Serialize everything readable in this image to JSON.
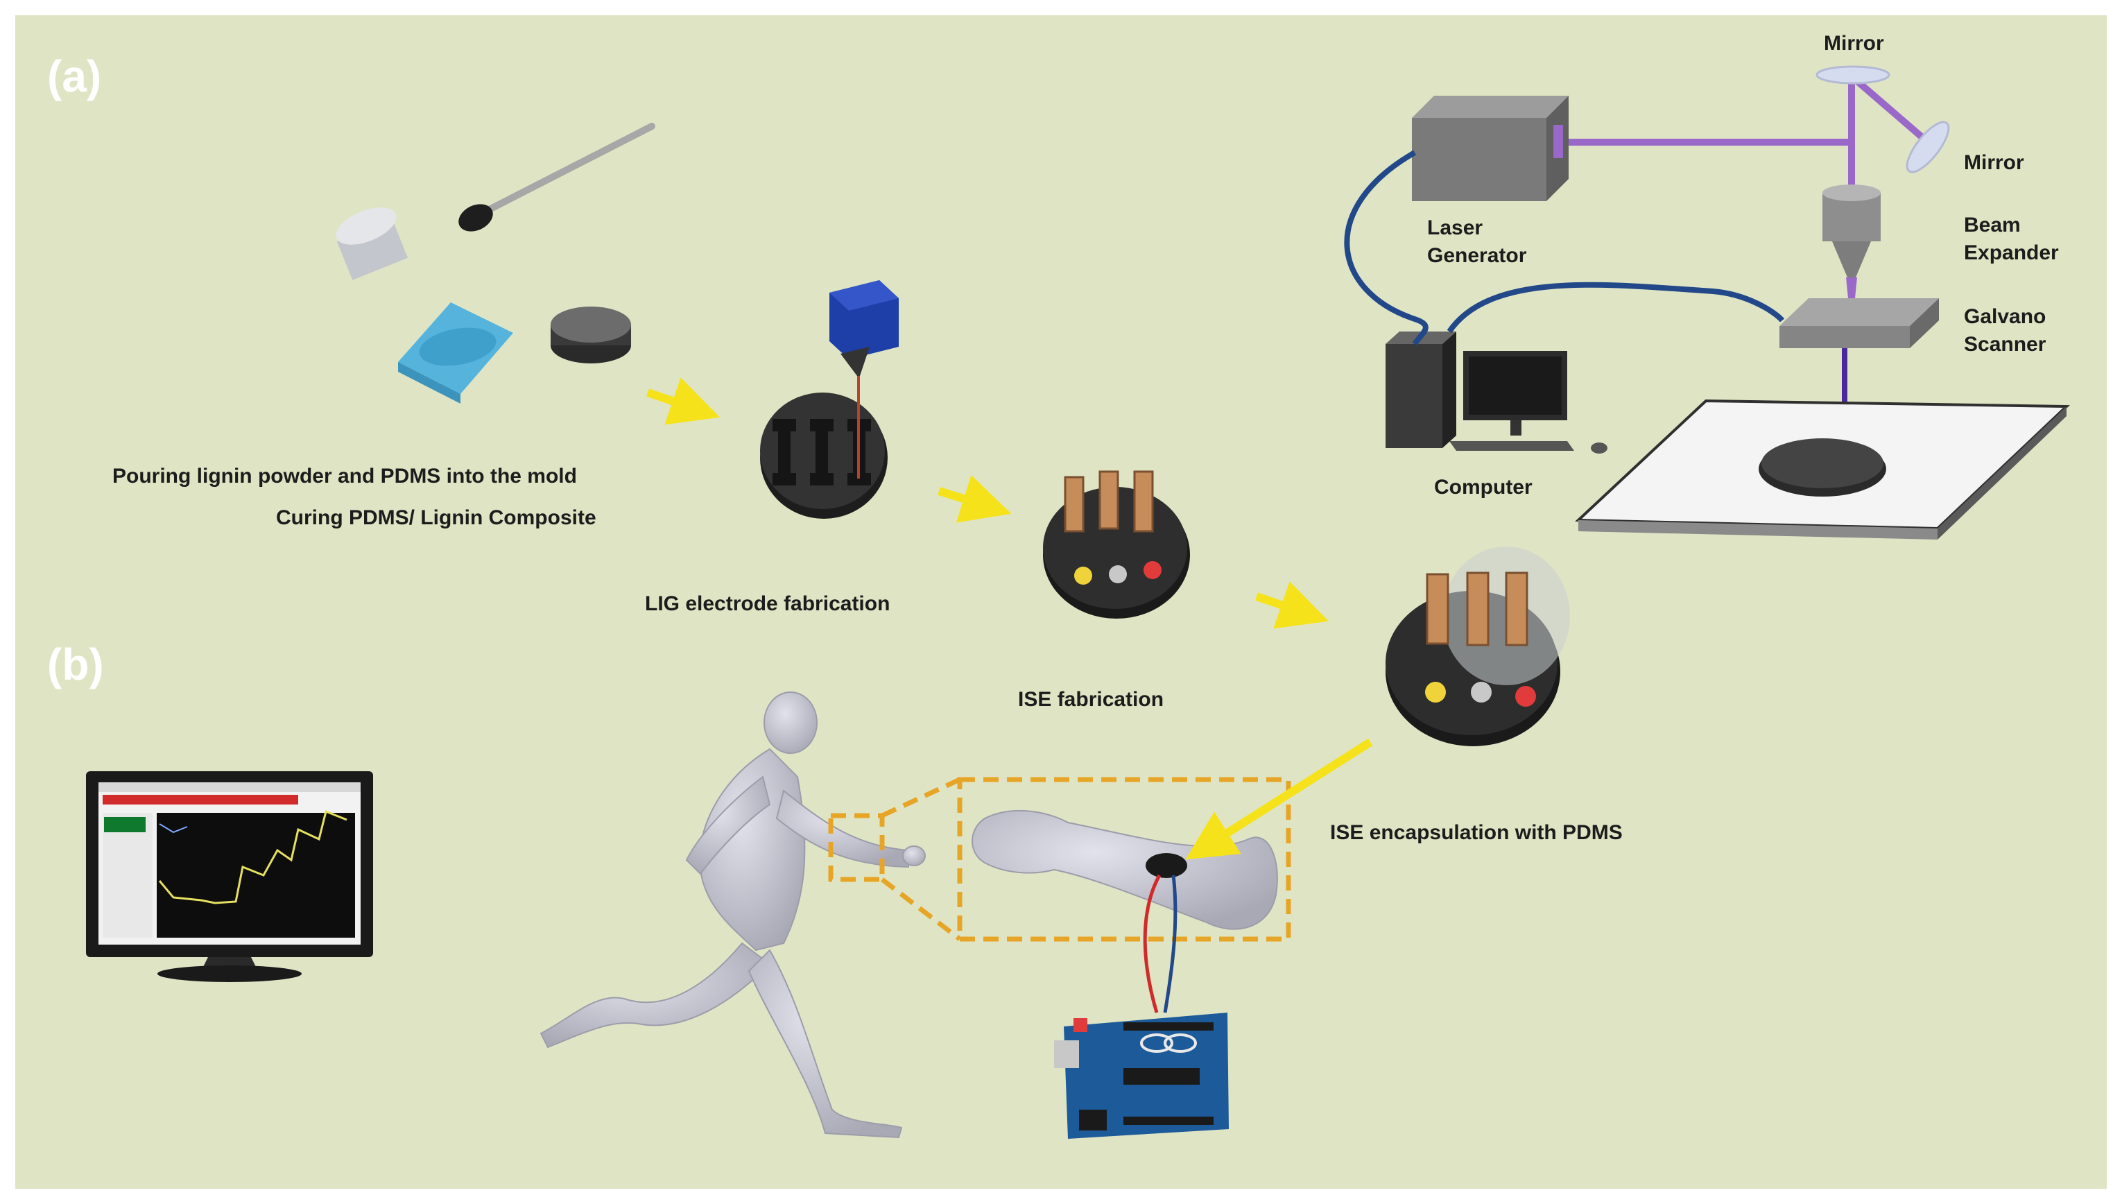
{
  "panels": {
    "a": "(a)",
    "b": "(b)"
  },
  "laser_setup": {
    "mirror_top": "Mirror",
    "mirror_right": "Mirror",
    "laser_generator": [
      "Laser",
      "Generator"
    ],
    "beam_expander": [
      "Beam",
      "Expander"
    ],
    "galvano_scanner": [
      "Galvano",
      "Scanner"
    ],
    "computer": "Computer"
  },
  "process_steps": {
    "pouring": "Pouring lignin powder and PDMS into the mold",
    "curing": "Curing PDMS/ Lignin Composite",
    "lig": "LIG electrode fabrication",
    "ise": "ISE fabrication",
    "encapsulation": "ISE encapsulation with PDMS"
  },
  "colors": {
    "background": "#dfe5c4",
    "laser_beam": "#9a68c8",
    "cable": "#22488a",
    "arrow": "#f5e21a",
    "callout": "#e7a528",
    "electrode_yellow": "#f0d33a",
    "electrode_gray": "#c8c8c8",
    "electrode_red": "#e23b3b"
  }
}
